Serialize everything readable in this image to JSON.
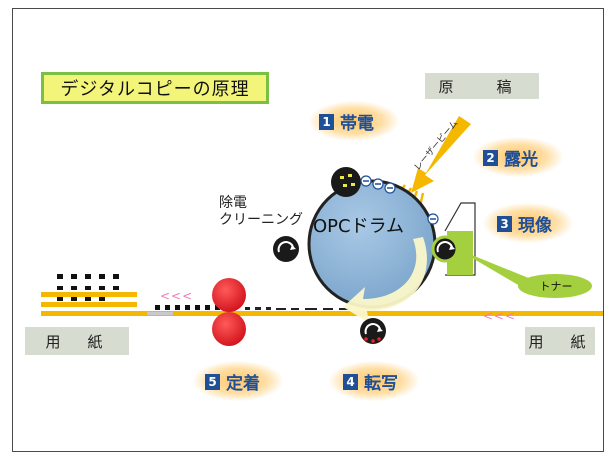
{
  "title": "デジタルコピーの原理",
  "original": "原　稿",
  "laser_beam": "レーザービーム",
  "drum_label": "OPCドラム",
  "discharge_cleaning": [
    "除電",
    "クリーニング"
  ],
  "toner": "トナー",
  "paper_left": "用　紙",
  "paper_right": "用　紙",
  "arrows": "<<<",
  "steps": [
    {
      "num": "1",
      "label": "帯電"
    },
    {
      "num": "2",
      "label": "露光"
    },
    {
      "num": "3",
      "label": "現像"
    },
    {
      "num": "4",
      "label": "転写"
    },
    {
      "num": "5",
      "label": "定着"
    }
  ],
  "colors": {
    "title_bg": "#f3f57a",
    "title_border": "#7ac143",
    "drum": "#8fb4d6",
    "paper": "#f5b800",
    "step": "#1f4f96",
    "fuser": "#e8202a",
    "developer": "#a4cf3e",
    "laser": "#f5b800"
  }
}
